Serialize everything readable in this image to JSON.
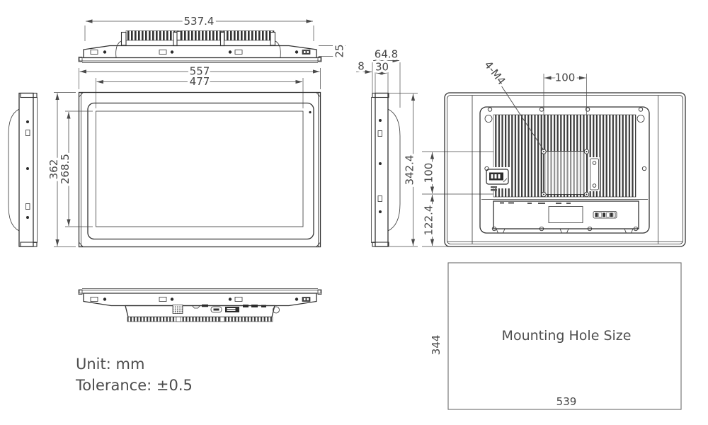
{
  "drawing": {
    "notes": {
      "unit": "Unit: mm",
      "tolerance": "Tolerance: ±0.5"
    },
    "top_view": {
      "overall_width": "537.4",
      "bracket_height": "25"
    },
    "front_view": {
      "overall_width": "557",
      "cutout_width": "477",
      "overall_height": "362",
      "cutout_height": "268.5"
    },
    "side_view": {
      "overall_depth": "64.8",
      "front_bezel_depth": "8",
      "body_depth": "30",
      "overall_height": "342.4"
    },
    "rear_view": {
      "vesa_thread": "4-M4",
      "vesa_spacing_h": "100",
      "vesa_spacing_v": "100",
      "vesa_bottom_offset": "122.4"
    },
    "mounting": {
      "title": "Mounting Hole Size",
      "hole_width": "539",
      "hole_height": "344"
    }
  }
}
